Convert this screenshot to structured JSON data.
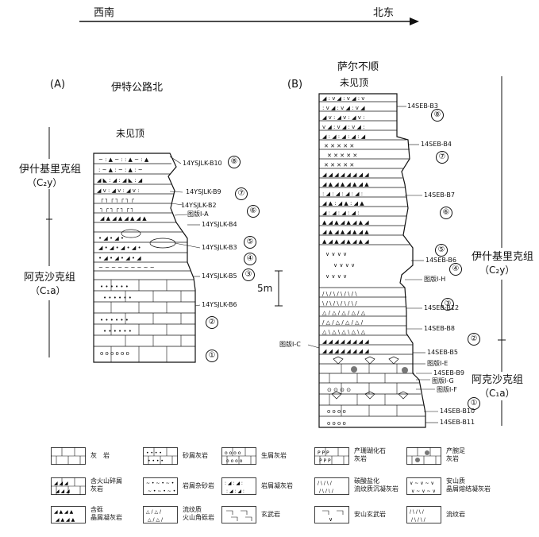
{
  "direction": {
    "left": "西南",
    "right": "北东"
  },
  "column_a": {
    "panel": "(A)",
    "location": "伊特公路北",
    "top_note": "未见顶",
    "fm_upper": "伊什基里克组",
    "fm_upper_code": "（C₂y）",
    "fm_lower": "阿克沙克组",
    "fm_lower_code": "（C₁a）",
    "samples": [
      "14YSJLK-B10",
      "14YSJLK-B9",
      "14YSJLK-B2",
      "图版I-A",
      "14YSJLK-B4",
      "14YSJLK-B3",
      "14YSJLK-B5",
      "14YSJLK-B6"
    ],
    "beds": [
      "⑧",
      "⑦",
      "⑥",
      "⑤",
      "④",
      "③",
      "②",
      "①"
    ]
  },
  "column_b": {
    "panel": "(B)",
    "location": "萨尔不顺",
    "top_note": "未见顶",
    "fm_upper": "伊什基里克组",
    "fm_upper_code": "（C₂y）",
    "fm_lower": "阿克沙克组",
    "fm_lower_code": "（C₁a）",
    "samples": [
      "14SEB-B3",
      "14SEB-B4",
      "14SEB-B7",
      "14SEB-B6",
      "图版I-H",
      "14SEB-B12",
      "14SEB-B8",
      "14SEB-B5",
      "图版I-C",
      "图版I-E",
      "14SEB-B9",
      "图版I-G",
      "图版I-F",
      "14SEB-B10",
      "14SEB-B11"
    ],
    "beds": [
      "⑧",
      "⑦",
      "⑥",
      "⑤",
      "④",
      "③",
      "②",
      "①"
    ]
  },
  "scale": "5m",
  "legend": [
    "灰　岩",
    "砂屑灰岩",
    "生屑灰岩",
    "产珊瑚化石灰岩",
    "产腕足灰岩",
    "含火山碎屑灰岩",
    "岩屑杂砂岩",
    "岩屑凝灰岩",
    "碳酸盐化流纹质沉凝灰岩",
    "安山质晶屑熔结凝灰岩",
    "含砾晶屑凝灰岩",
    "流纹质火山角砾岩",
    "玄武岩",
    "安山玄武岩",
    "流纹岩"
  ],
  "legend_split": {
    "产珊瑚化石灰岩": [
      "产珊瑚化石",
      "灰岩"
    ],
    "产腕足灰岩": [
      "产腕足",
      "灰岩"
    ],
    "含火山碎屑灰岩": [
      "含火山碎屑",
      "灰岩"
    ],
    "碳酸盐化流纹质沉凝灰岩": [
      "碳酸盐化",
      "流纹质沉凝灰岩"
    ],
    "安山质晶屑熔结凝灰岩": [
      "安山质",
      "晶屑熔结凝灰岩"
    ],
    "含砾晶屑凝灰岩": [
      "含砾",
      "晶屑凝灰岩"
    ],
    "流纹质火山角砾岩": [
      "流纹质",
      "火山角砾岩"
    ]
  }
}
